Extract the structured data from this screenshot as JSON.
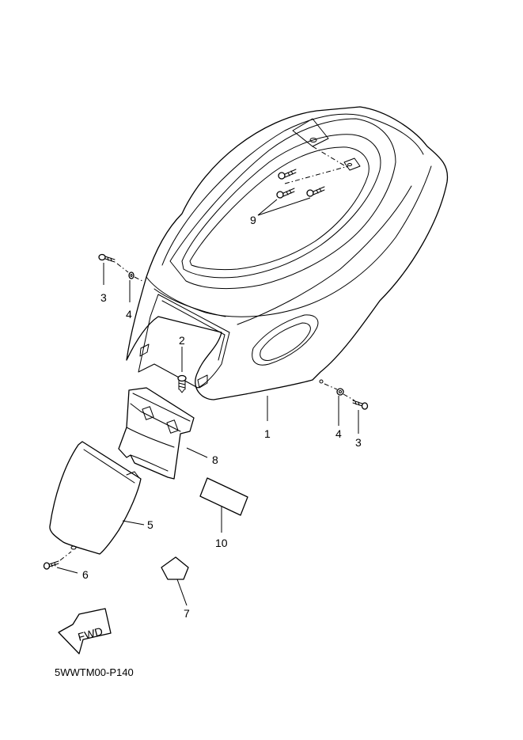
{
  "diagram": {
    "reference_code": "5WWTM00-P140",
    "fwd_label": "FWD",
    "callouts": {
      "c1": "1",
      "c2": "2",
      "c3a": "3",
      "c3b": "3",
      "c4a": "4",
      "c4b": "4",
      "c5": "5",
      "c6": "6",
      "c7": "7",
      "c8": "8",
      "c9": "9",
      "c10": "10"
    },
    "colors": {
      "line": "#000000",
      "background": "#ffffff"
    }
  }
}
